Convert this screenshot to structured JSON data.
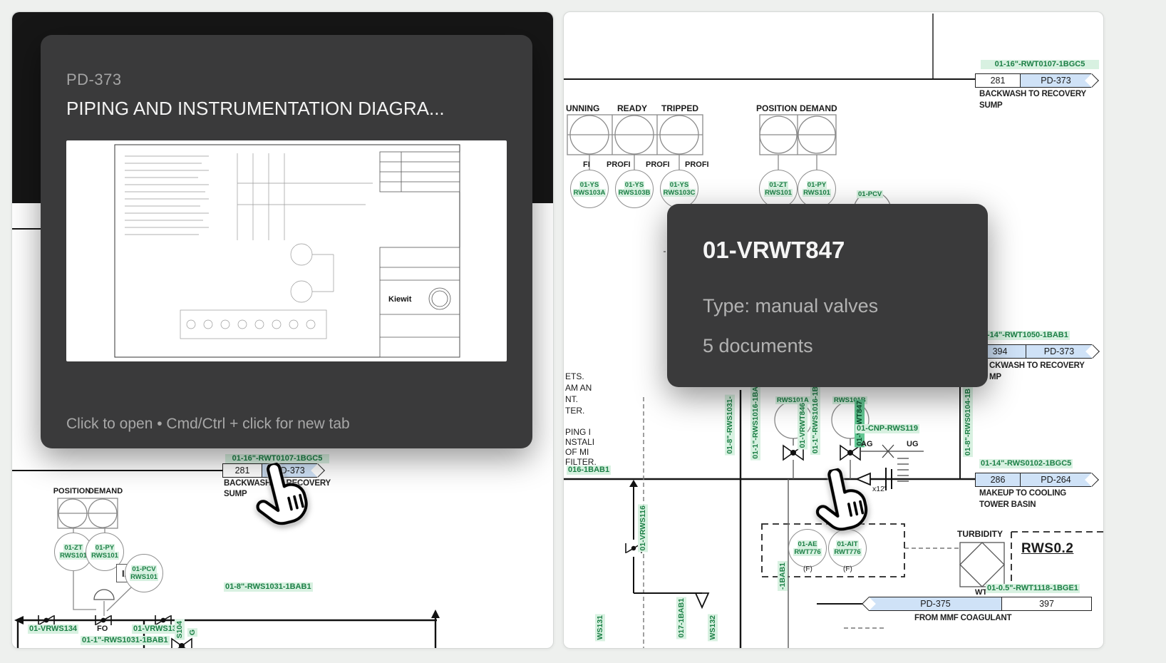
{
  "left": {
    "preview": {
      "doc_id": "PD-373",
      "title": "PIPING AND INSTRUMENTATION DIAGRA...",
      "hint": "Click to open • Cmd/Ctrl + click for new tab",
      "brand": "Kiewit"
    },
    "tag_line": "01-16\"-RWT0107-1BGC5",
    "tag_num": "281",
    "tag_doc": "PD-373",
    "dest1": "BACKWASH TO RECOVERY",
    "dest2": "SUMP",
    "position": "POSITION",
    "demand": "DEMAND",
    "zt1": "01-ZT",
    "zt2": "RWS101",
    "py1": "01-PY",
    "py2": "RWS101",
    "pcv1": "01-PCV",
    "pcv2": "RWS101",
    "ip": "I/P",
    "v134": "01-VRWS134",
    "fo": "FO",
    "v135": "01-VRWS135",
    "line1": "01-1\"-RWS1031-1BAB1",
    "line8": "01-8\"-RWS1031-1BAB1",
    "s104": "S104",
    "g": "G"
  },
  "right": {
    "tooltip": {
      "title": "01-VRWT847",
      "type": "Type: manual valves",
      "docs": "5 documents"
    },
    "unning": "UNNING",
    "ready": "READY",
    "tripped": "TRIPPED",
    "fi": "FI",
    "profi1": "PROFI",
    "profi2": "PROFI",
    "profi3": "PROFI",
    "ysa1": "01-YS",
    "ysa2": "RWS103A",
    "ysb1": "01-YS",
    "ysb2": "RWS103B",
    "ysc1": "01-YS",
    "ysc2": "RWS103C",
    "position": "POSITION",
    "demand": "DEMAND",
    "zt1": "01-ZT",
    "zt2": "RWS101",
    "py1": "01-PY",
    "py2": "RWS101",
    "pcv": "01-PCV",
    "tag_top": {
      "line": "01-16\"-RWT0107-1BGC5",
      "num": "281",
      "doc": "PD-373",
      "dest1": "BACKWASH TO RECOVERY",
      "dest2": "SUMP"
    },
    "tag_mid": {
      "line": "-14\"-RWT1050-1BAB1",
      "num": "394",
      "doc": "PD-373",
      "dest1": "CKWASH TO RECOVERY",
      "dest2": "MP"
    },
    "tag_mu": {
      "line": "01-14\"-RWS0102-1BGC5",
      "num": "286",
      "doc": "PD-264",
      "dest1": "MAKEUP TO COOLING",
      "dest2": "TOWER BASIN"
    },
    "tag_co": {
      "line": "01-0.5\"-RWT1118-1BGE1",
      "doc": "PD-375",
      "num": "397",
      "dest": "FROM MMF COAGULANT"
    },
    "wsa": "RWS101A",
    "wsb": "RWS101B",
    "vl8": "01-8\"-RWS1031-",
    "vl1a": "01-1\"-RWS1016-1BA",
    "v846": "01-VRWT846",
    "vl1b": "01-1\"-RWS1016-1B",
    "v847": "01-VRWT847",
    "cnp": "01-CNP-RWS119",
    "ag": "AG",
    "ug": "UG",
    "line016": "016-1BAB1",
    "x12": "x12\"",
    "vl0104": "01-8\"-RWS0104-1B",
    "v116": "01-VRWS116",
    "l017": "017-1BAB1",
    "ws132": "WS132",
    "ws131": "WS131",
    "l1bab1": "-1BAB1",
    "ae1": "01-AE",
    "ae2": "RWT776",
    "ait1": "01-AIT",
    "ait2": "RWT776",
    "f1": "(F)",
    "f2": "(F)",
    "turbidity": "TURBIDITY",
    "wt": "WT",
    "rws02": "RWS0.2",
    "frag1": "ETS.",
    "frag2": "AM AN",
    "frag3": "NT.",
    "frag4": "TER.",
    "frag5": "PING I",
    "frag6": "NSTALI",
    "frag7": "OF MI",
    "frag8": "FILTER."
  }
}
